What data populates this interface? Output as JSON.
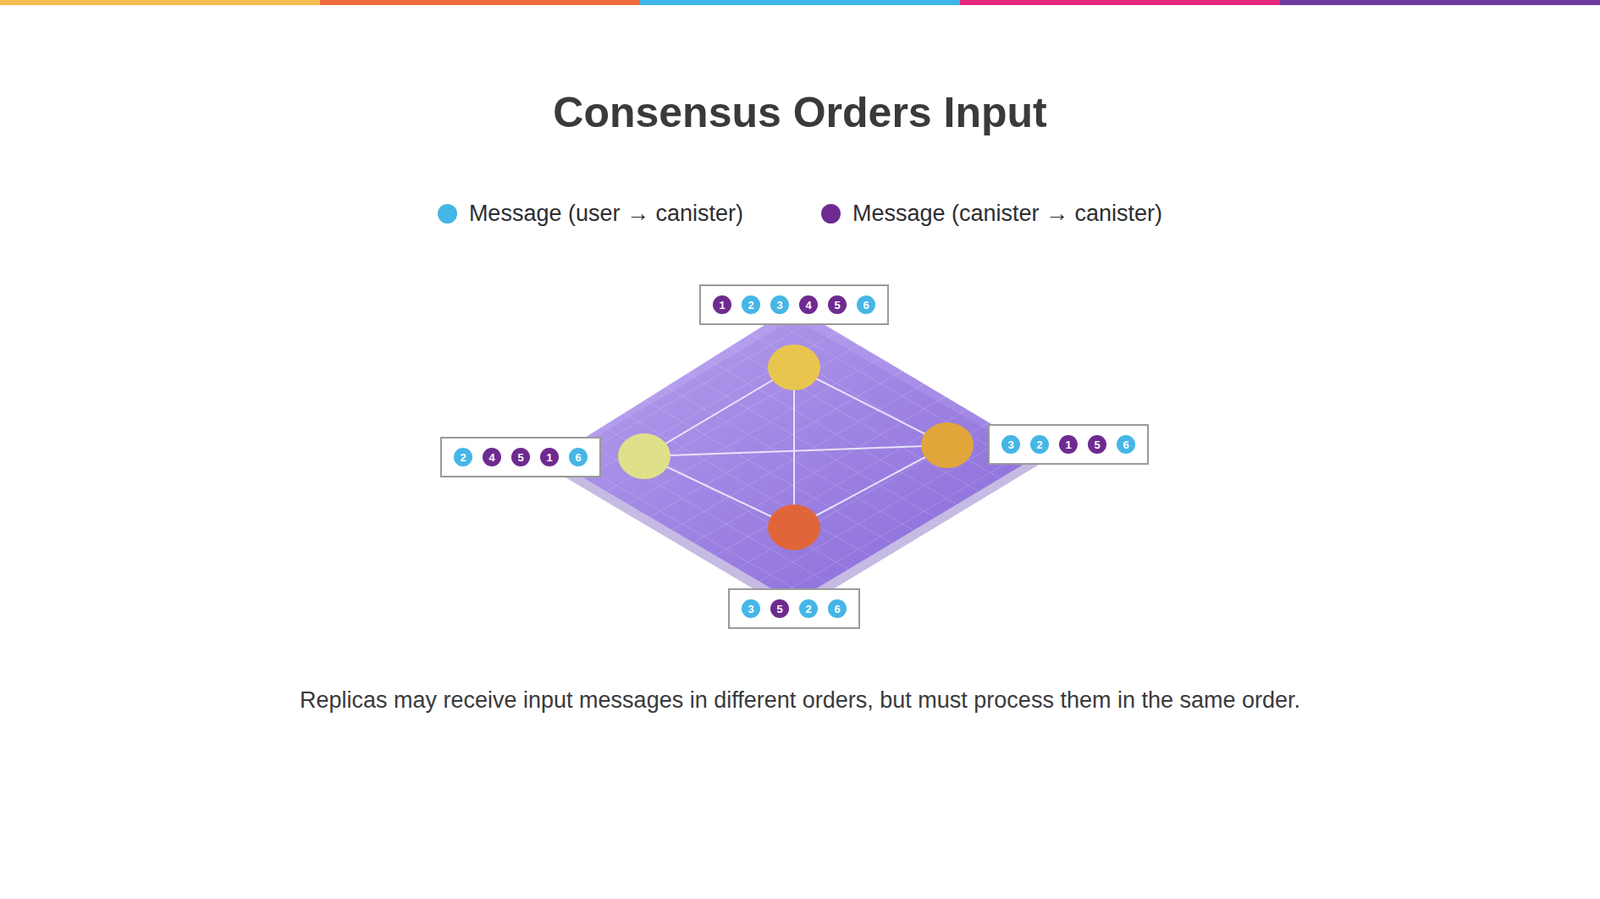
{
  "diagram": {
    "title": "Consensus Orders Input",
    "caption": "Replicas may receive input messages in different orders, but must process them in the same order.",
    "nodes": [
      {
        "text": []
      },
      {
        "text": [
          "1"
        ],
        "in": 0
      },
      {
        "text": [
          "2"
        ],
        "in": 0
      },
      {
        "text": [
          "3"
        ],
        "in": 0
      },
      {
        "text": [
          "4"
        ],
        "in": 0
      },
      {
        "text": [
          "5"
        ],
        "in": 0
      },
      {
        "text": [
          "6"
        ],
        "in": 0
      },
      {
        "text": []
      },
      {
        "text": [
          "2"
        ],
        "in": 7
      },
      {
        "text": [
          "4"
        ],
        "in": 7
      },
      {
        "text": [
          "5"
        ],
        "in": 7
      },
      {
        "text": [
          "1"
        ],
        "in": 7
      },
      {
        "text": [
          "6"
        ],
        "in": 7
      },
      {
        "text": []
      },
      {
        "text": [
          "3"
        ],
        "in": 13
      },
      {
        "text": [
          "2"
        ],
        "in": 13
      },
      {
        "text": [
          "1"
        ],
        "in": 13
      },
      {
        "text": [
          "5"
        ],
        "in": 13
      },
      {
        "text": [
          "6"
        ],
        "in": 13
      },
      {
        "text": []
      },
      {
        "text": [
          "3"
        ],
        "in": 19
      },
      {
        "text": [
          "5"
        ],
        "in": 19
      },
      {
        "text": [
          "2"
        ],
        "in": 19
      },
      {
        "text": [
          "6"
        ],
        "in": 19
      }
    ],
    "legend": [
      {
        "text": "Message (user → canister)",
        "color": "#45b6e6"
      },
      {
        "text": "Message (canister → canister)",
        "color": "#6e2a90"
      }
    ]
  }
}
